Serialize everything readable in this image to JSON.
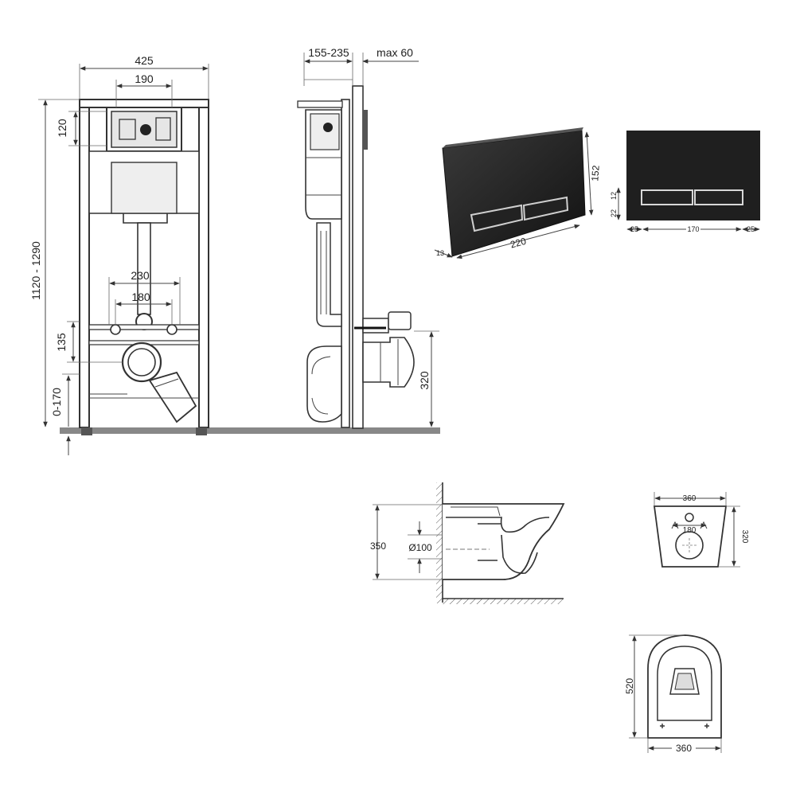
{
  "front_view": {
    "width_total": "425",
    "width_panel": "190",
    "height_panel": "120",
    "height_total": "1120 - 1290",
    "spacing_outer": "230",
    "spacing_inner": "180",
    "height_outlet": "135",
    "height_feet": "0-170"
  },
  "side_view": {
    "depth_range": "155-235",
    "depth_max": "max 60",
    "height_outlet": "320"
  },
  "flush_plate_angled": {
    "height": "152",
    "width": "220",
    "depth": "13"
  },
  "flush_plate_front": {
    "left_margin": "25",
    "width": "170",
    "right_margin": "25",
    "side_top": "22",
    "side_bottom": "12"
  },
  "bowl_side": {
    "height": "350",
    "pipe_diameter": "Ø100"
  },
  "bowl_back": {
    "width": "360",
    "bolt_spacing": "180",
    "height": "320"
  },
  "bowl_top": {
    "length": "520",
    "width": "360"
  },
  "colors": {
    "line": "#333333",
    "plate": "#1c1c1c",
    "chrome": "#d8d8d8"
  }
}
